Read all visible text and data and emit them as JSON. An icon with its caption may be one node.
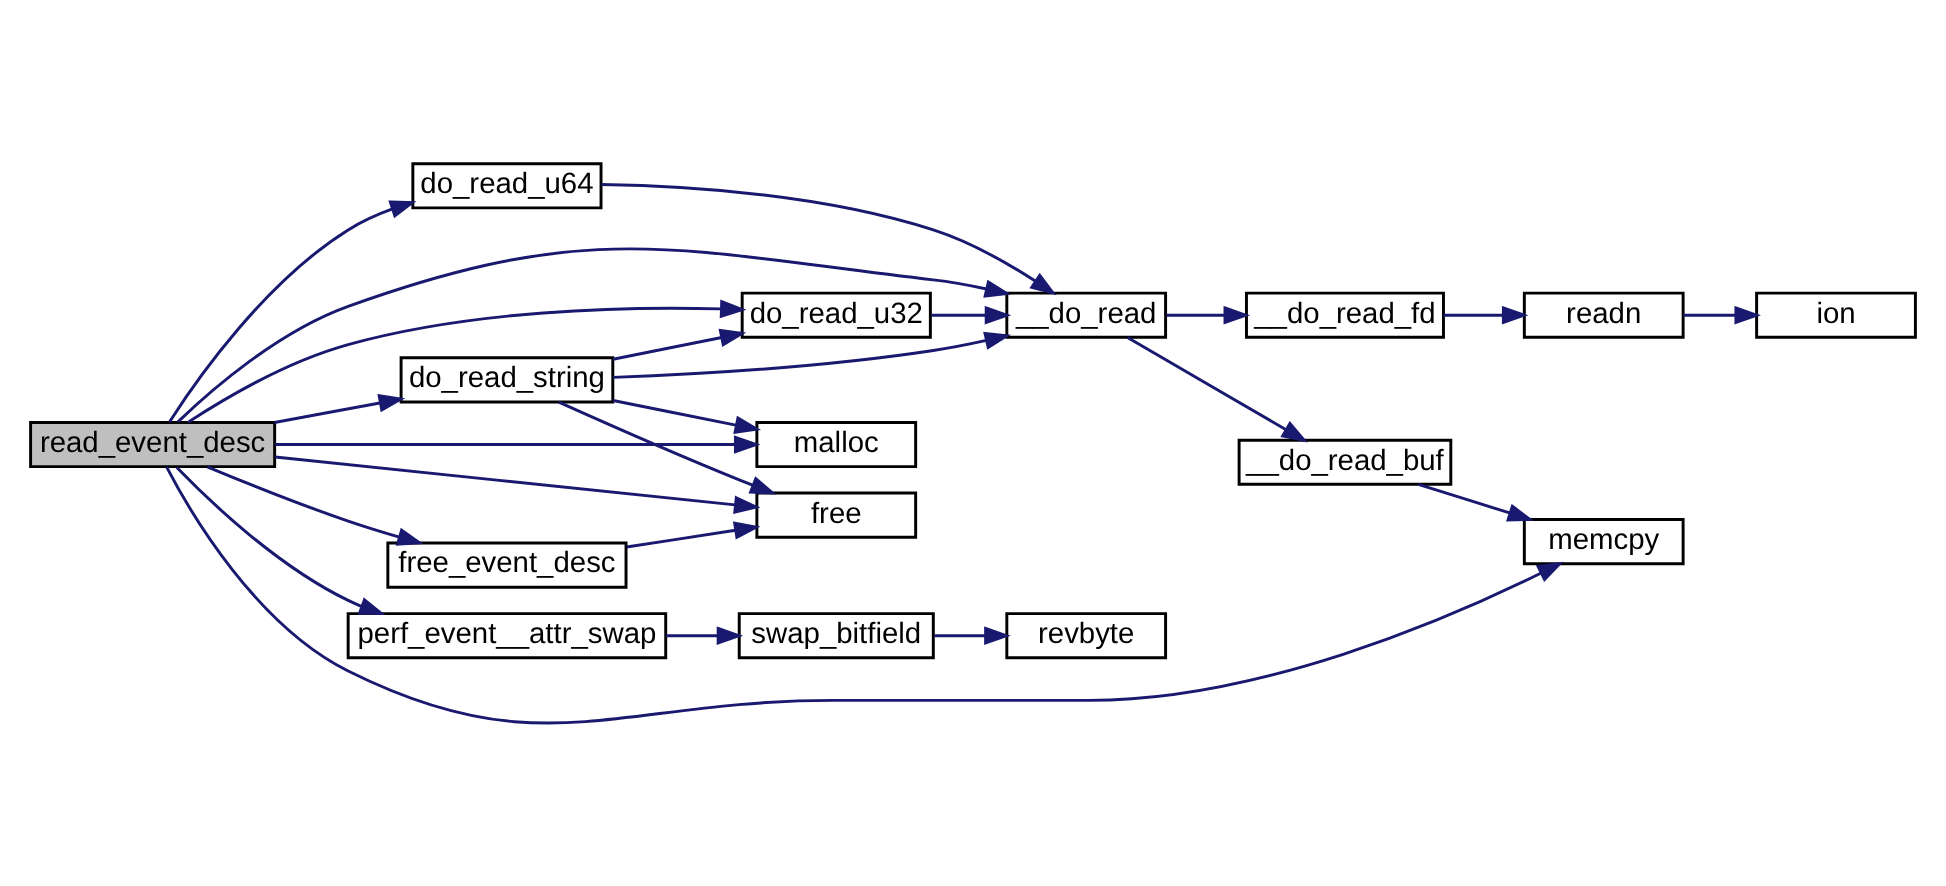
{
  "diagram": {
    "nodes": [
      {
        "text": [
          "read_event_desc"
        ]
      },
      {
        "text": [
          "do_read_u64"
        ]
      },
      {
        "text": [
          "__do_read"
        ]
      },
      {
        "text": [
          "do_read_u32"
        ]
      },
      {
        "text": [
          "do_read_string"
        ]
      },
      {
        "text": [
          "malloc"
        ]
      },
      {
        "text": [
          "free"
        ]
      },
      {
        "text": [
          "free_event_desc"
        ]
      },
      {
        "text": [
          "perf_event__attr_swap"
        ]
      },
      {
        "text": [
          "swap_bitfield"
        ]
      },
      {
        "text": [
          "revbyte"
        ]
      },
      {
        "text": [
          "__do_read_fd"
        ]
      },
      {
        "text": [
          "readn"
        ]
      },
      {
        "text": [
          "ion"
        ]
      },
      {
        "text": [
          "__do_read_buf"
        ]
      },
      {
        "text": [
          "memcpy"
        ]
      }
    ],
    "edges": [
      {
        "from": 0,
        "to": 1,
        "arrow": "to"
      },
      {
        "from": 0,
        "to": 2,
        "arrow": "to"
      },
      {
        "from": 0,
        "to": 3,
        "arrow": "to"
      },
      {
        "from": 0,
        "to": 4,
        "arrow": "to"
      },
      {
        "from": 0,
        "to": 5,
        "arrow": "to"
      },
      {
        "from": 0,
        "to": 15,
        "arrow": "to"
      },
      {
        "from": 0,
        "to": 6,
        "arrow": "to"
      },
      {
        "from": 0,
        "to": 7,
        "arrow": "to"
      },
      {
        "from": 0,
        "to": 8,
        "arrow": "to"
      },
      {
        "from": 1,
        "to": 2,
        "arrow": "to"
      },
      {
        "from": 3,
        "to": 2,
        "arrow": "to"
      },
      {
        "from": 4,
        "to": 3,
        "arrow": "to"
      },
      {
        "from": 4,
        "to": 2,
        "arrow": "to"
      },
      {
        "from": 4,
        "to": 5,
        "arrow": "to"
      },
      {
        "from": 4,
        "to": 6,
        "arrow": "to"
      },
      {
        "from": 2,
        "to": 11,
        "arrow": "to"
      },
      {
        "from": 2,
        "to": 14,
        "arrow": "to"
      },
      {
        "from": 11,
        "to": 12,
        "arrow": "to"
      },
      {
        "from": 12,
        "to": 13,
        "arrow": "to"
      },
      {
        "from": 14,
        "to": 15,
        "arrow": "to"
      },
      {
        "from": 7,
        "to": 6,
        "arrow": "to"
      },
      {
        "from": 8,
        "to": 9,
        "arrow": "to"
      },
      {
        "from": 9,
        "to": 10,
        "arrow": "to"
      }
    ]
  }
}
